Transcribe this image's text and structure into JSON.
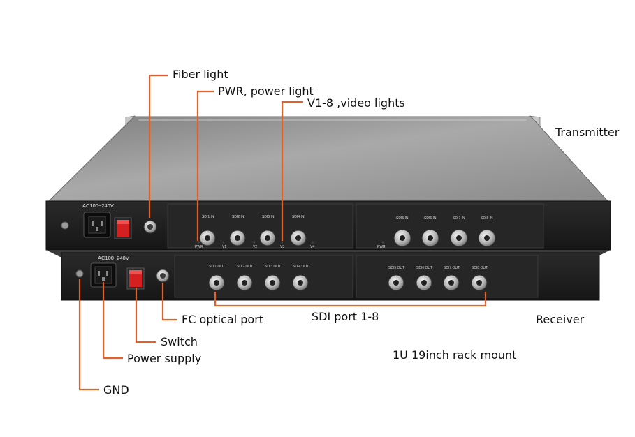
{
  "callouts": {
    "fiber_light": "Fiber light",
    "pwr_light": "PWR, power light",
    "video_lights": "V1-8 ,video lights",
    "fc_port": "FC optical port",
    "sdi_port": "SDI port 1-8",
    "switch": "Switch",
    "power_supply": "Power supply",
    "gnd": "GND"
  },
  "units": {
    "transmitter": "Transmitter",
    "receiver": "Receiver",
    "mount": "1U 19inch rack mount"
  },
  "panel_marks": {
    "ac_range": "AC100~240V",
    "pwr": "PWR",
    "tx_ports": [
      "SDI1 IN",
      "SDI2 IN",
      "SDI3 IN",
      "SDI4 IN",
      "SDI5 IN",
      "SDI6 IN",
      "SDI7 IN",
      "SDI8 IN"
    ],
    "rx_ports": [
      "SDI1 OUT",
      "SDI2 OUT",
      "SDI3 OUT",
      "SDI4 OUT",
      "SDI5 OUT",
      "SDI6 OUT",
      "SDI7 OUT",
      "SDI8 OUT"
    ],
    "v_leds": [
      "V1",
      "V2",
      "V3",
      "V4"
    ]
  },
  "colors": {
    "callout_line": "#e0622a",
    "chassis": "#1e1e1e",
    "top_cover": "#9a9a9a",
    "switch_red": "#d42020"
  }
}
